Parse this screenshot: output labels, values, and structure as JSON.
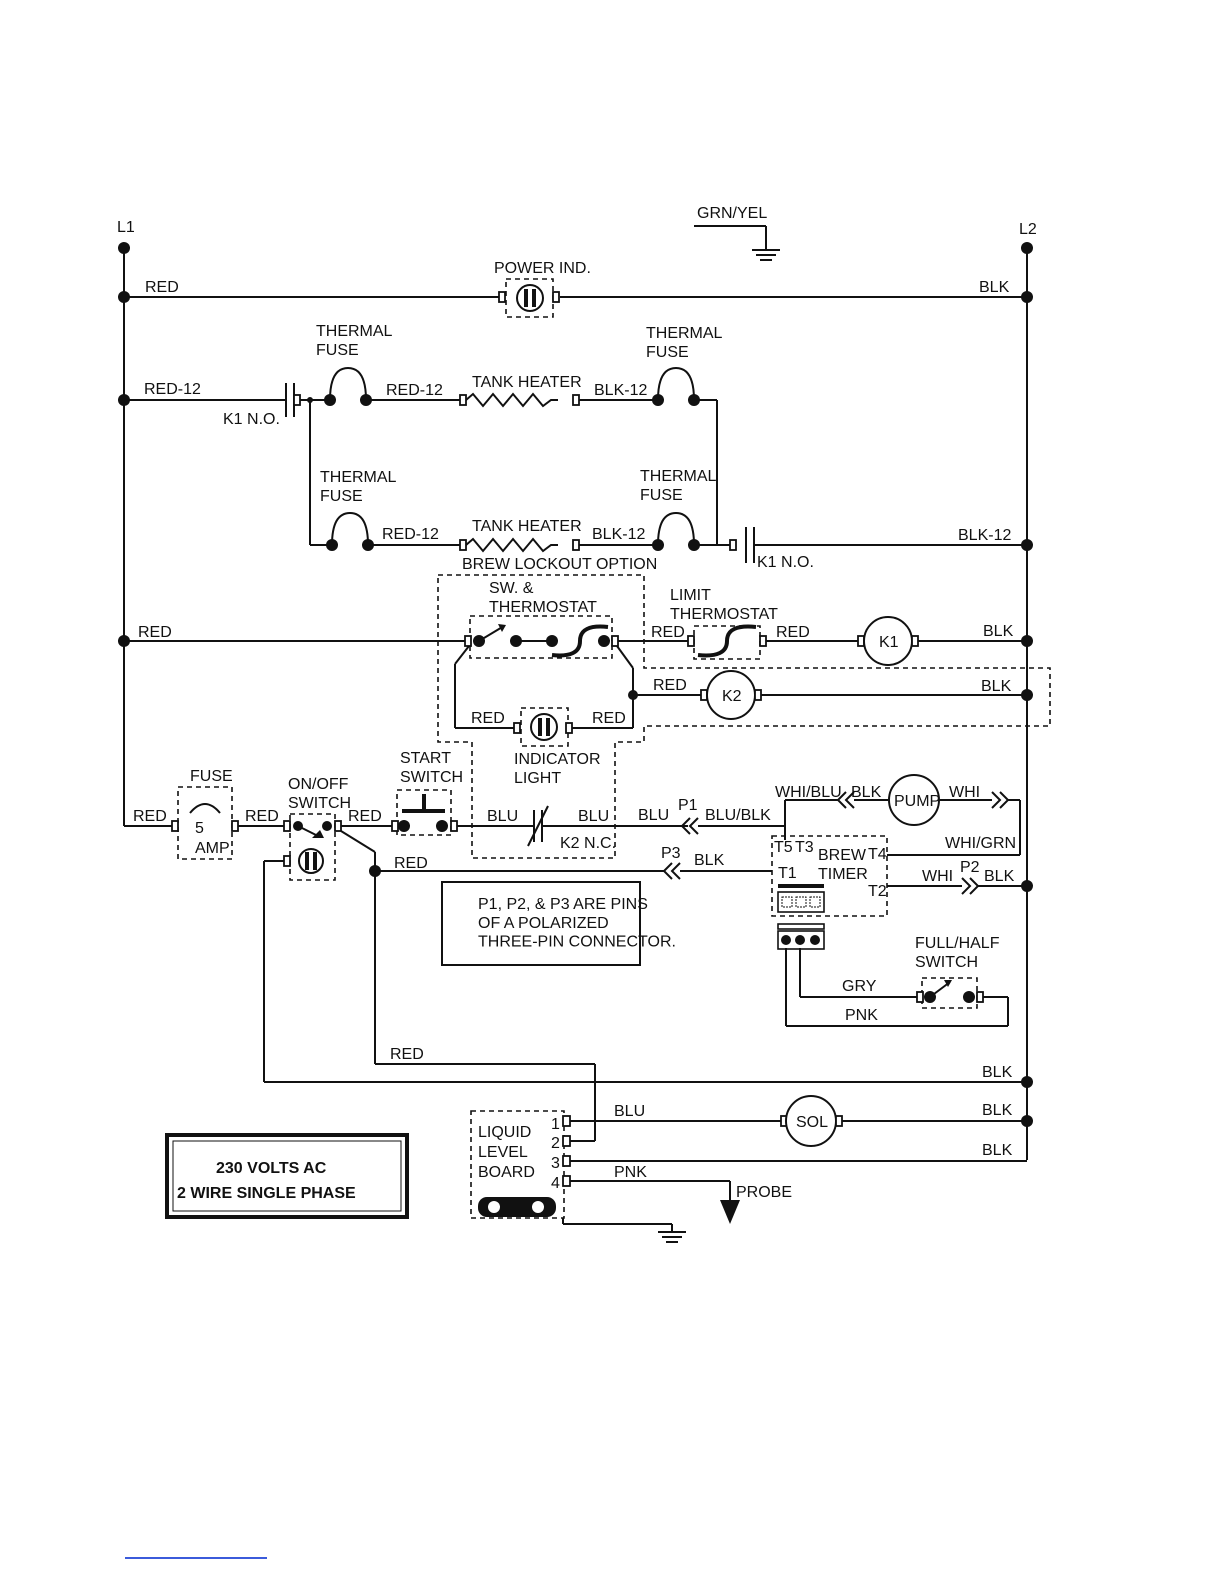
{
  "rails": {
    "l1": "L1",
    "l2": "L2"
  },
  "ground": {
    "label": "GRN/YEL"
  },
  "row_power": {
    "left_wire": "RED",
    "component": "POWER IND.",
    "right_wire": "BLK"
  },
  "row_heater1": {
    "left_wire": "RED-12",
    "relay": "K1 N.O.",
    "fuse_left": "THERMAL\nFUSE",
    "mid_left_wire": "RED-12",
    "heater": "TANK HEATER",
    "mid_right_wire": "BLK-12",
    "fuse_right": "THERMAL\nFUSE"
  },
  "row_heater2": {
    "fuse_left": "THERMAL\nFUSE",
    "mid_left_wire": "RED-12",
    "heater": "TANK HEATER",
    "mid_right_wire": "BLK-12",
    "fuse_right": "THERMAL\nFUSE",
    "relay": "K1 N.O.",
    "right_wire": "BLK-12"
  },
  "brew_lockout": {
    "title": "BREW LOCKOUT OPTION",
    "sw_thermostat": "SW. &\nTHERMOSTAT",
    "left_wire": "RED",
    "limit_thermostat": "LIMIT\nTHERMOSTAT",
    "limit_left_wire": "RED",
    "limit_right_wire": "RED",
    "k1": "K1",
    "k1_right_wire": "BLK",
    "k2_left_wire": "RED",
    "k2": "K2",
    "k2_right_wire": "BLK",
    "indicator_left_wire": "RED",
    "indicator_right_wire": "RED",
    "indicator": "INDICATOR\nLIGHT"
  },
  "brew_circuit": {
    "fuse": "FUSE",
    "fuse_rating": "5\nAMP",
    "left_wire": "RED",
    "fuse_out_wire": "RED",
    "onoff_switch": "ON/OFF\nSWITCH",
    "switch_out_wire": "RED",
    "start_switch": "START\nSWITCH",
    "start_out_wire": "BLU",
    "k2_nc": "K2 N.C.",
    "k2_out_wire": "BLU",
    "p1_in_wire": "BLU",
    "p1": "P1",
    "p1_out_wire": "BLU/BLK",
    "branch_wire": "RED",
    "p3": "P3",
    "p3_wire": "BLK"
  },
  "pump": {
    "left_wire": "WHI/BLU",
    "left_wire2": "BLK",
    "label": "PUMP",
    "right_wire": "WHI"
  },
  "brew_timer": {
    "label": "BREW\nTIMER",
    "t5": "T5",
    "t3": "T3",
    "t1": "T1",
    "t4": "T4",
    "t2": "T2",
    "t4_wire": "WHI/GRN",
    "t2_wire": "WHI",
    "p2": "P2",
    "p2_wire": "BLK"
  },
  "note": "P1, P2, & P3 ARE PINS\nOF A POLARIZED\nTHREE-PIN CONNECTOR.",
  "full_half": {
    "label": "FULL/HALF\nSWITCH",
    "wire_gry": "GRY",
    "wire_pnk": "PNK"
  },
  "bottom": {
    "red_wire": "RED",
    "blk_wire": "BLK",
    "llb_label": "LIQUID\nLEVEL\nBOARD",
    "pins": [
      "1",
      "2",
      "3",
      "4"
    ],
    "blu_wire": "BLU",
    "sol": "SOL",
    "sol_right_wire": "BLK",
    "pin3_wire": "BLK",
    "pnk_wire": "PNK",
    "probe": "PROBE"
  },
  "voltage_box": {
    "line1": "230 VOLTS AC",
    "line2": "2 WIRE SINGLE PHASE"
  }
}
